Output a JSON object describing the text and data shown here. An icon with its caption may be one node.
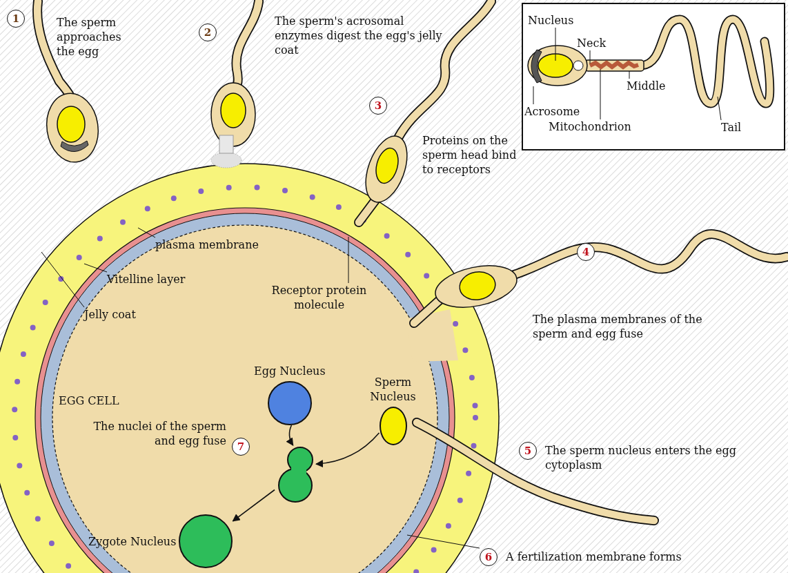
{
  "diagram": {
    "nodes": [
      {
        "text": [
          "1"
        ],
        "beside": [
          "The sperm approaches the egg"
        ]
      },
      {
        "text": [
          "2"
        ]
      },
      {
        "text": [
          "Nucleus"
        ]
      },
      {
        "text": [
          "Neck"
        ]
      },
      {
        "text": [
          "Middle"
        ]
      },
      {
        "text": [
          "Acrosome"
        ]
      },
      {
        "text": [
          "Mitochondrion"
        ]
      },
      {
        "text": [
          "Tail"
        ]
      },
      {
        "text": [
          "3"
        ]
      },
      {
        "text": [
          "4"
        ]
      },
      {
        "text": [
          "plasma membrane"
        ]
      },
      {
        "text": [
          "Vitelline layer"
        ]
      },
      {
        "text": [
          "Jelly coat"
        ]
      },
      {
        "text": [
          "Receptor protein molecule"
        ]
      },
      {
        "text": [
          "Egg Nucleus"
        ]
      },
      {
        "text": [
          "Sperm Nucleus"
        ]
      },
      {
        "text": [
          "7"
        ],
        "beside": [
          "The nuclei of the sperm and egg fuse"
        ]
      },
      {
        "text": [
          "5"
        ],
        "beside": [
          "The sperm nucleus enters the egg cytoplasm"
        ]
      },
      {
        "text": [],
        "shape": "circle"
      },
      {
        "text": [
          "Zygote Nucleus"
        ]
      },
      {
        "text": [
          "6"
        ],
        "beside": [
          "A fertilization membrane forms"
        ]
      }
    ],
    "edges": [
      {
        "from": 2,
        "to": null,
        "arrow": "none"
      },
      {
        "from": 3,
        "to": null,
        "arrow": "none"
      },
      {
        "from": 4,
        "to": null,
        "arrow": "none"
      },
      {
        "from": 5,
        "to": null,
        "arrow": "none"
      },
      {
        "from": 6,
        "to": null,
        "arrow": "none"
      },
      {
        "from": 7,
        "to": null,
        "arrow": "none"
      },
      {
        "from": 10,
        "to": null,
        "arrow": "none"
      },
      {
        "from": 11,
        "to": null,
        "arrow": "none"
      },
      {
        "from": 12,
        "to": null,
        "arrow": "none"
      },
      {
        "from": 13,
        "to": null,
        "arrow": "none"
      },
      {
        "from": 20,
        "to": null,
        "arrow": "none"
      },
      {
        "from": 14,
        "to": 18,
        "arrow": "to"
      },
      {
        "from": 15,
        "to": 18,
        "arrow": "to"
      },
      {
        "from": 18,
        "to": 19,
        "arrow": "to"
      }
    ],
    "labels": [
      "The sperm's acrosomal enzymes digest the egg's jelly coat",
      "Proteins on the sperm head bind to receptors",
      "The plasma membranes of the sperm and egg fuse",
      "EGG CELL"
    ]
  }
}
